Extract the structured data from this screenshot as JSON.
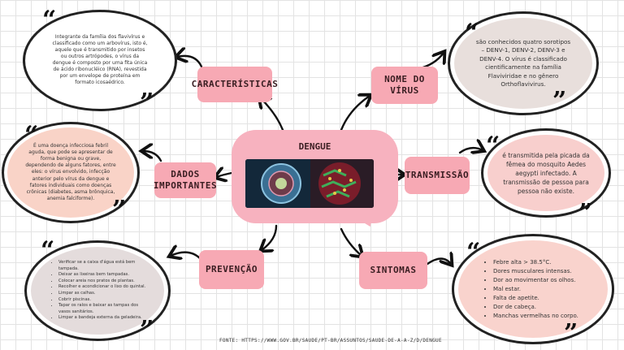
{
  "center": {
    "title": "DENGUE"
  },
  "nodes": {
    "caracteristicas": {
      "label": "CARACTERÍSTICAS",
      "text": "Integrante da família dos flavivírus e classificado como um arbovírus, isto é, aquele que é transmitido por insetos ou outros artrópodes, o vírus da dengue é composto por uma fita única de ácido ribonucléico (RNA), revestida por um envelope de proteína em formato icosaédrico."
    },
    "nome_do_virus": {
      "label_line1": "NOME DO",
      "label_line2": "VÍRUS",
      "text": "são conhecidos quatro sorotipos – DENV-1, DENV-2, DENV-3 e DENV-4. O vírus é classificado cientificamente na família Flaviviridae e no gênero Orthoflavivirus."
    },
    "dados_importantes": {
      "label_line1": "DADOS",
      "label_line2": "IMPORTANTES",
      "text": "É uma doença infecciosa febril aguda, que pode se apresentar de forma benigna ou grave, dependendo de alguns fatores, entre eles: o vírus envolvido, infecção anterior pelo vírus da dengue e fatores individuais como doenças crônicas (diabetes, asma brônquica, anemia falciforme)."
    },
    "transmissao": {
      "label": "TRANSMISSÃO",
      "text": "é transmitida pela picada da fêmea do mosquito Aedes aegypti infectado. A transmissão de pessoa para pessoa não existe."
    },
    "prevencao": {
      "label": "PREVENÇÃO",
      "items": [
        "Verificar se a caixa d'água está bem tampada.",
        "Deixar as lixeiras bem tampadas.",
        "Colocar areia nos pratos de plantas.",
        "Recolher e acondicionar o lixo do quintal.",
        "Limpar as calhas.",
        "Cobrir piscinas.",
        "Tapar os ralos e baixar as tampas dos vasos sanitários.",
        "Limpar a bandeja externa da geladeira."
      ]
    },
    "sintomas": {
      "label": "SINTOMAS",
      "items": [
        "Febre alta > 38.5°C.",
        "Dores musculares intensas.",
        "Dor ao movimentar os olhos.",
        "Mal estar.",
        "Falta de apetite.",
        "Dor de cabeça.",
        "Manchas vermelhas no corpo."
      ]
    }
  },
  "footer": "FONTE: HTTPS://WWW.GOV.BR/SAUDE/PT-BR/ASSUNTOS/SAUDE-DE-A-A-Z/D/DENGUE",
  "colors": {
    "label_pink": "#f7a9b4",
    "center_pink": "#f7b2bf",
    "oval_fill_beige": "#efe0d7",
    "oval_fill_pink": "#fad2cf",
    "oval_fill_gray": "#e6dede"
  },
  "icons": [
    "open-quote-icon",
    "close-quote-icon",
    "curved-arrow-icon",
    "virus-image"
  ]
}
